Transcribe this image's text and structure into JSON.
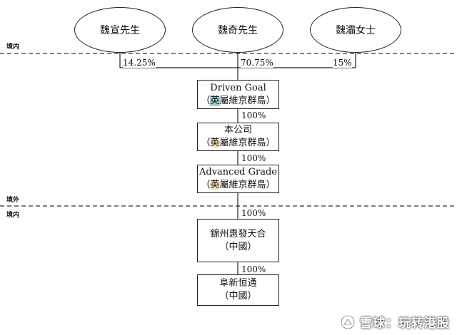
{
  "shareholders": [
    {
      "name": "魏宣先生",
      "pct": "14.25%"
    },
    {
      "name": "魏奇先生",
      "pct": "70.75%"
    },
    {
      "name": "魏灞女士",
      "pct": "15%"
    }
  ],
  "zones": {
    "inside_top": "境内",
    "outside": "境外",
    "inside_bottom": "境内"
  },
  "entities": [
    {
      "line1": "Driven Goal",
      "line2_prefix": "（",
      "line2_mark": "英",
      "line2_rest": "屬維京群島）",
      "pct_below": "100%"
    },
    {
      "line1": "本公司",
      "line2_prefix": "（",
      "line2_mark": "英",
      "line2_rest": "屬維京群島）",
      "pct_below": "100%"
    },
    {
      "line1": "Advanced Grade",
      "line2_prefix": "（",
      "line2_mark": "英",
      "line2_rest": "屬維京群島）",
      "pct_below": "100%"
    },
    {
      "line1": "錦州惠發天合",
      "line2": "（中國）",
      "pct_below": "100%"
    },
    {
      "line1": "阜新恒通",
      "line2": "（中國）"
    }
  ],
  "watermark": "雪球：玩转港股",
  "colors": {
    "line": "#222222",
    "dash": "#333333",
    "mark1": "#9fd0d0",
    "mark2": "#f5e2b8"
  }
}
